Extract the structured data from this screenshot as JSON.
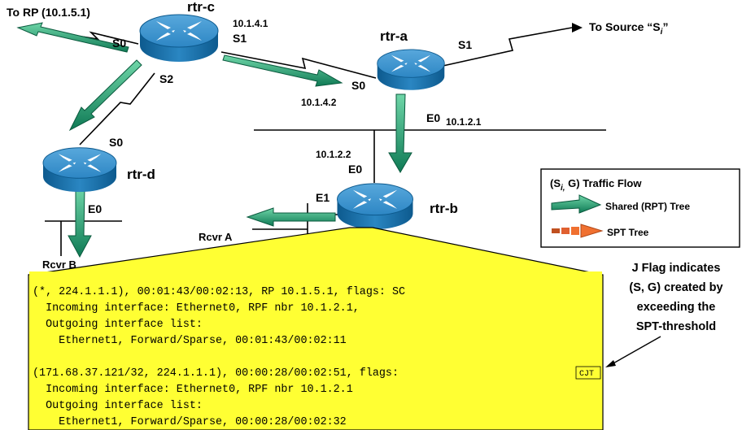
{
  "routers": {
    "rtr_c": "rtr-c",
    "rtr_a": "rtr-a",
    "rtr_d": "rtr-d",
    "rtr_b": "rtr-b"
  },
  "links": {
    "to_rp": "To RP (10.1.5.1)",
    "to_source_prefix": "To Source “S",
    "to_source_sub": "i",
    "to_source_suffix": "”"
  },
  "interfaces": {
    "c_s0": "S0",
    "c_s1": "S1",
    "c_s2": "S2",
    "c_s1_ip": "10.1.4.1",
    "a_s0": "S0",
    "a_s0_ip": "10.1.4.2",
    "a_s1": "S1",
    "a_e0": "E0",
    "a_e0_ip": "10.1.2.1",
    "d_s0": "S0",
    "d_e0": "E0",
    "b_e0_ip": "10.1.2.2",
    "b_e0": "E0",
    "b_e1": "E1"
  },
  "receivers": {
    "rcvr_a": "Rcvr  A",
    "rcvr_b": "Rcvr  B"
  },
  "legend": {
    "title_prefix": "(S",
    "title_sub": "i,",
    "title_suffix": " G) Traffic Flow",
    "shared": "Shared (RPT) Tree",
    "spt": "SPT Tree",
    "shared_color": "#1a8f6a",
    "spt_color": "#f07030"
  },
  "callout": {
    "lines": [
      "J Flag indicates",
      "(S, G) created by",
      "exceeding the",
      "SPT-threshold"
    ]
  },
  "mroute": {
    "lines": [
      "(*, 224.1.1.1), 00:01:43/00:02:13, RP 10.1.5.1, flags: SC",
      "  Incoming interface: Ethernet0, RPF nbr 10.1.2.1,",
      "  Outgoing interface list:",
      "    Ethernet1, Forward/Sparse, 00:01:43/00:02:11",
      "",
      "(171.68.37.121/32, 224.1.1.1), 00:00:28/00:02:51, flags:",
      "  Incoming interface: Ethernet0, RPF nbr 10.1.2.1",
      "  Outgoing interface list:",
      "    Ethernet1, Forward/Sparse, 00:00:28/00:02:32"
    ],
    "flag_boxed": "CJT",
    "background": "#ffff33"
  }
}
